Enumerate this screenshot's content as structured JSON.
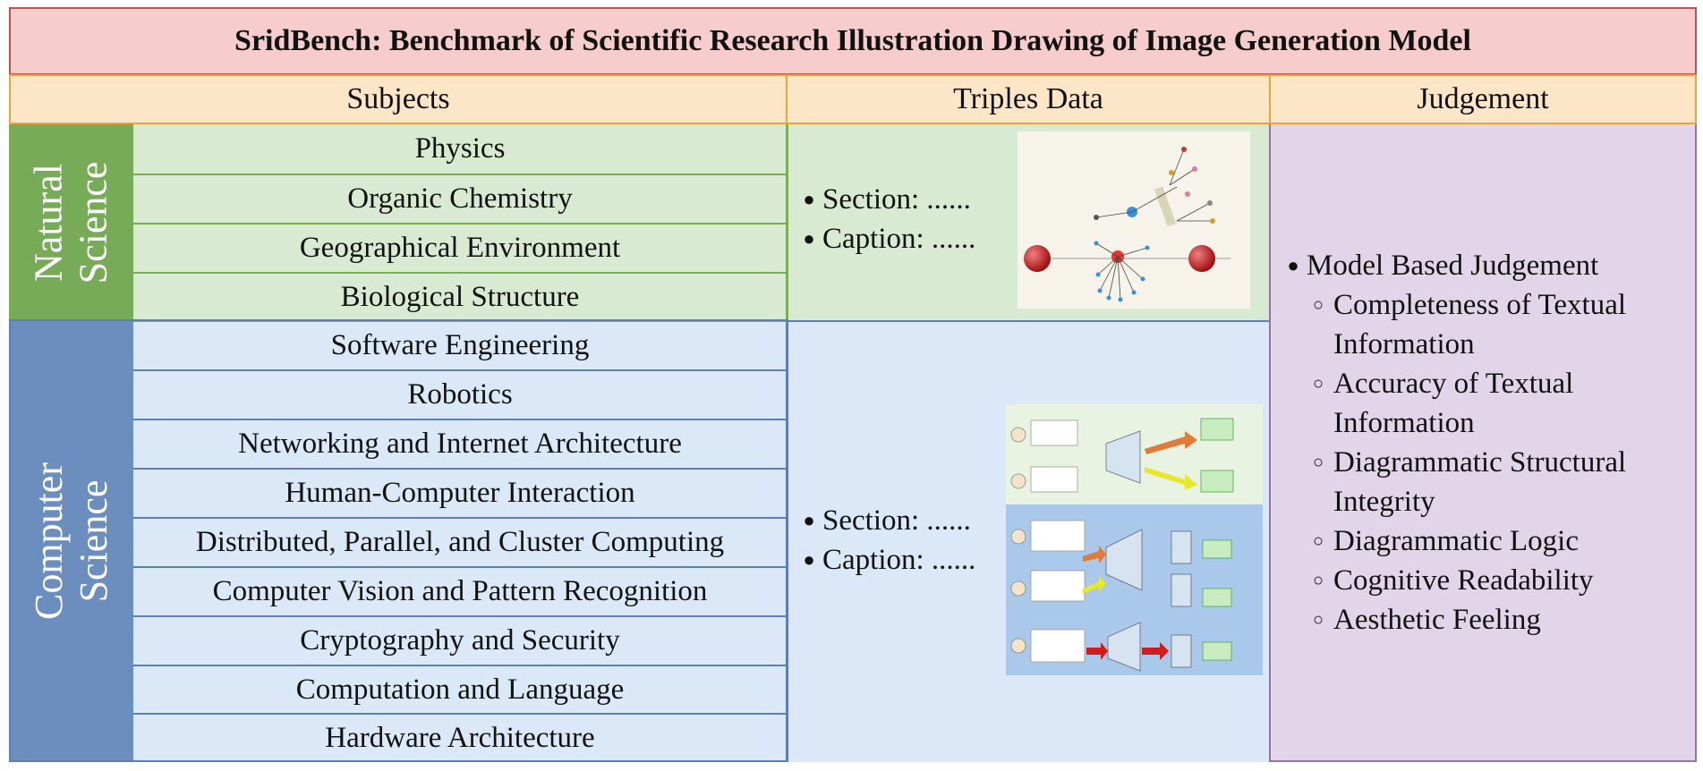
{
  "title": "SridBench: Benchmark of Scientific Research Illustration Drawing of Image Generation Model",
  "headers": {
    "subjects": "Subjects",
    "triples": "Triples Data",
    "judgement": "Judgement"
  },
  "groups": {
    "natural": {
      "label_line1": "Natural",
      "label_line2": "Science"
    },
    "computer": {
      "label_line1": "Computer",
      "label_line2": "Science"
    }
  },
  "natural_subjects": [
    "Physics",
    "Organic Chemistry",
    "Geographical Environment",
    "Biological Structure"
  ],
  "computer_subjects": [
    "Software Engineering",
    "Robotics",
    "Networking and Internet Architecture",
    "Human-Computer Interaction",
    "Distributed, Parallel, and Cluster Computing",
    "Computer Vision and Pattern Recognition",
    "Cryptography and Security",
    "Computation and Language",
    "Hardware Architecture"
  ],
  "triples": {
    "natural": {
      "section": "Section:  ......",
      "caption": "Caption: ......"
    },
    "computer": {
      "section": "Section: ......",
      "caption": "Caption: ......"
    }
  },
  "judgement": {
    "main": "Model Based Judgement",
    "criteria": [
      {
        "line1": "Completeness of Textual",
        "line2": "Information"
      },
      {
        "line1": "Accuracy of Textual",
        "line2": "Information"
      },
      {
        "line1": "Diagrammatic Structural",
        "line2": "Integrity"
      },
      {
        "line1": "Diagrammatic Logic",
        "line2": ""
      },
      {
        "line1": "Cognitive Readability",
        "line2": ""
      },
      {
        "line1": "Aesthetic Feeling",
        "line2": ""
      }
    ]
  },
  "colors": {
    "title_bg": "#f7cccc",
    "title_border": "#c0504d",
    "header_bg": "#fde5c8",
    "header_border": "#e4a63a",
    "natural_side": "#77ab57",
    "natural_bg": "#d9ead3",
    "computer_side": "#6c8ebf",
    "computer_bg": "#dae8f8",
    "judge_bg": "#e3d5e9",
    "judge_border": "#9673a6"
  }
}
